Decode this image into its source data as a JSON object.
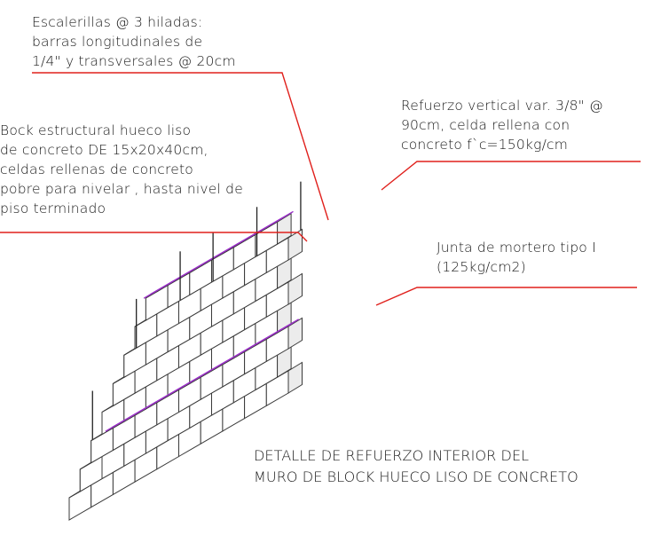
{
  "callouts": {
    "escalerillas": [
      "Escalerillas @ 3 hiladas:",
      "barras longitudinales de",
      "1/4\" y transversales @ 20cm"
    ],
    "block": [
      "Bock estructural hueco liso",
      "de concreto DE 15x20x40cm,",
      "celdas rellenas de concreto",
      "pobre para nivelar , hasta nivel de",
      "piso terminado"
    ],
    "refuerzo": [
      "Refuerzo vertical var. 3/8\" @",
      "90cm,  celda  rellena  con",
      "concreto f`c=150kg/cm"
    ],
    "junta": [
      "Junta de mortero tipo I",
      "(125kg/cm2)"
    ]
  },
  "title": [
    "DETALLE DE REFUERZO INTERIOR DEL",
    "MURO DE BLOCK HUECO LISO DE CONCRETO"
  ],
  "colors": {
    "leader": "#e0201c",
    "ladder": "#9b30c8",
    "block_edge": "#3a3a3a",
    "filled_cell": "#555555"
  }
}
